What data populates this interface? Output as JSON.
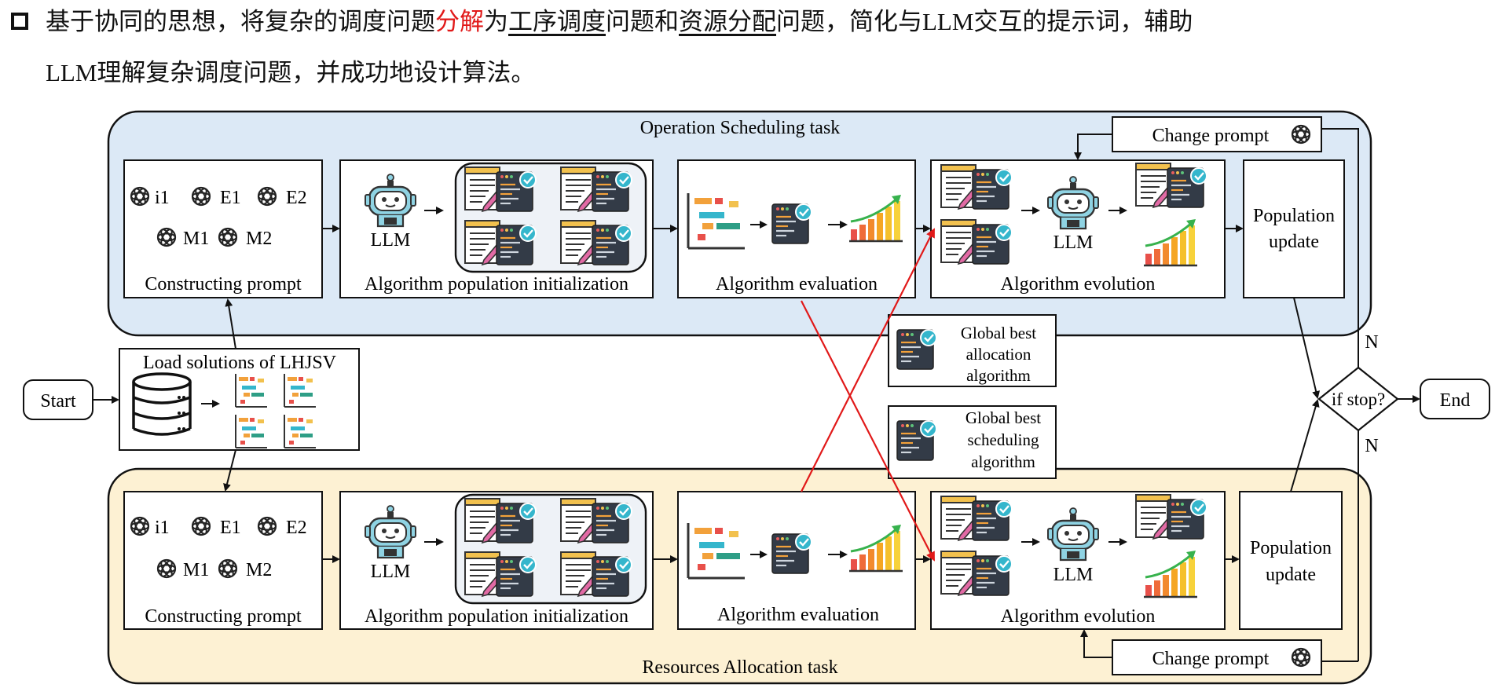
{
  "bullet": {
    "line1_a": "基于协同的思想，将复杂的调度问题",
    "line1_highlight": "分解",
    "line1_b": "为",
    "line1_underline1": "工序调度",
    "line1_c": "问题和",
    "line1_underline2": "资源分配",
    "line1_d": "问题，简化与LLM交互的提示词，辅助",
    "line2": "LLM理解复杂调度问题，并成功地设计算法。"
  },
  "diagram": {
    "top_task_title": "Operation Scheduling task",
    "bottom_task_title": "Resources Allocation task",
    "start": "Start",
    "end": "End",
    "load_solutions": "Load solutions of LHJSV",
    "if_stop": "if stop?",
    "n_top": "N",
    "n_bottom": "N",
    "change_prompt": "Change prompt",
    "prompt_ops": [
      "i1",
      "E1",
      "E2",
      "M1",
      "M2"
    ],
    "constructing_prompt": "Constructing prompt",
    "llm": "LLM",
    "init": "Algorithm population initialization",
    "evaluation": "Algorithm evaluation",
    "evolution": "Algorithm evolution",
    "population_update_1": "Population",
    "population_update_2": "update",
    "global_alloc": [
      "Global best",
      "allocation",
      "algorithm"
    ],
    "global_sched": [
      "Global best",
      "scheduling",
      "algorithm"
    ]
  },
  "colors": {
    "top_band": "#dce9f6",
    "bottom_band": "#fdf1d3",
    "red_arrow": "#e11919",
    "check": "#35b6cc",
    "robot": "#8fd3e3"
  }
}
